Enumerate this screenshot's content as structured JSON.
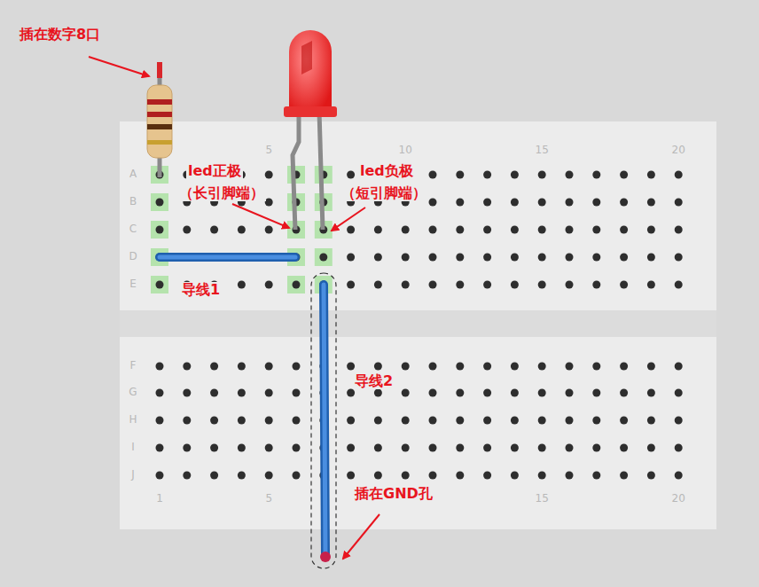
{
  "diagram": {
    "labels": [
      "插在数字8口",
      "led正极",
      "（长引脚端）",
      "led负极",
      "（短引脚端）",
      "导线1",
      "导线2",
      "插在GND孔",
      "5",
      "10",
      "15",
      "20",
      "1",
      "5",
      "15",
      "20",
      "A",
      "B",
      "C",
      "D",
      "E",
      "F",
      "G",
      "H",
      "I",
      "J"
    ]
  }
}
